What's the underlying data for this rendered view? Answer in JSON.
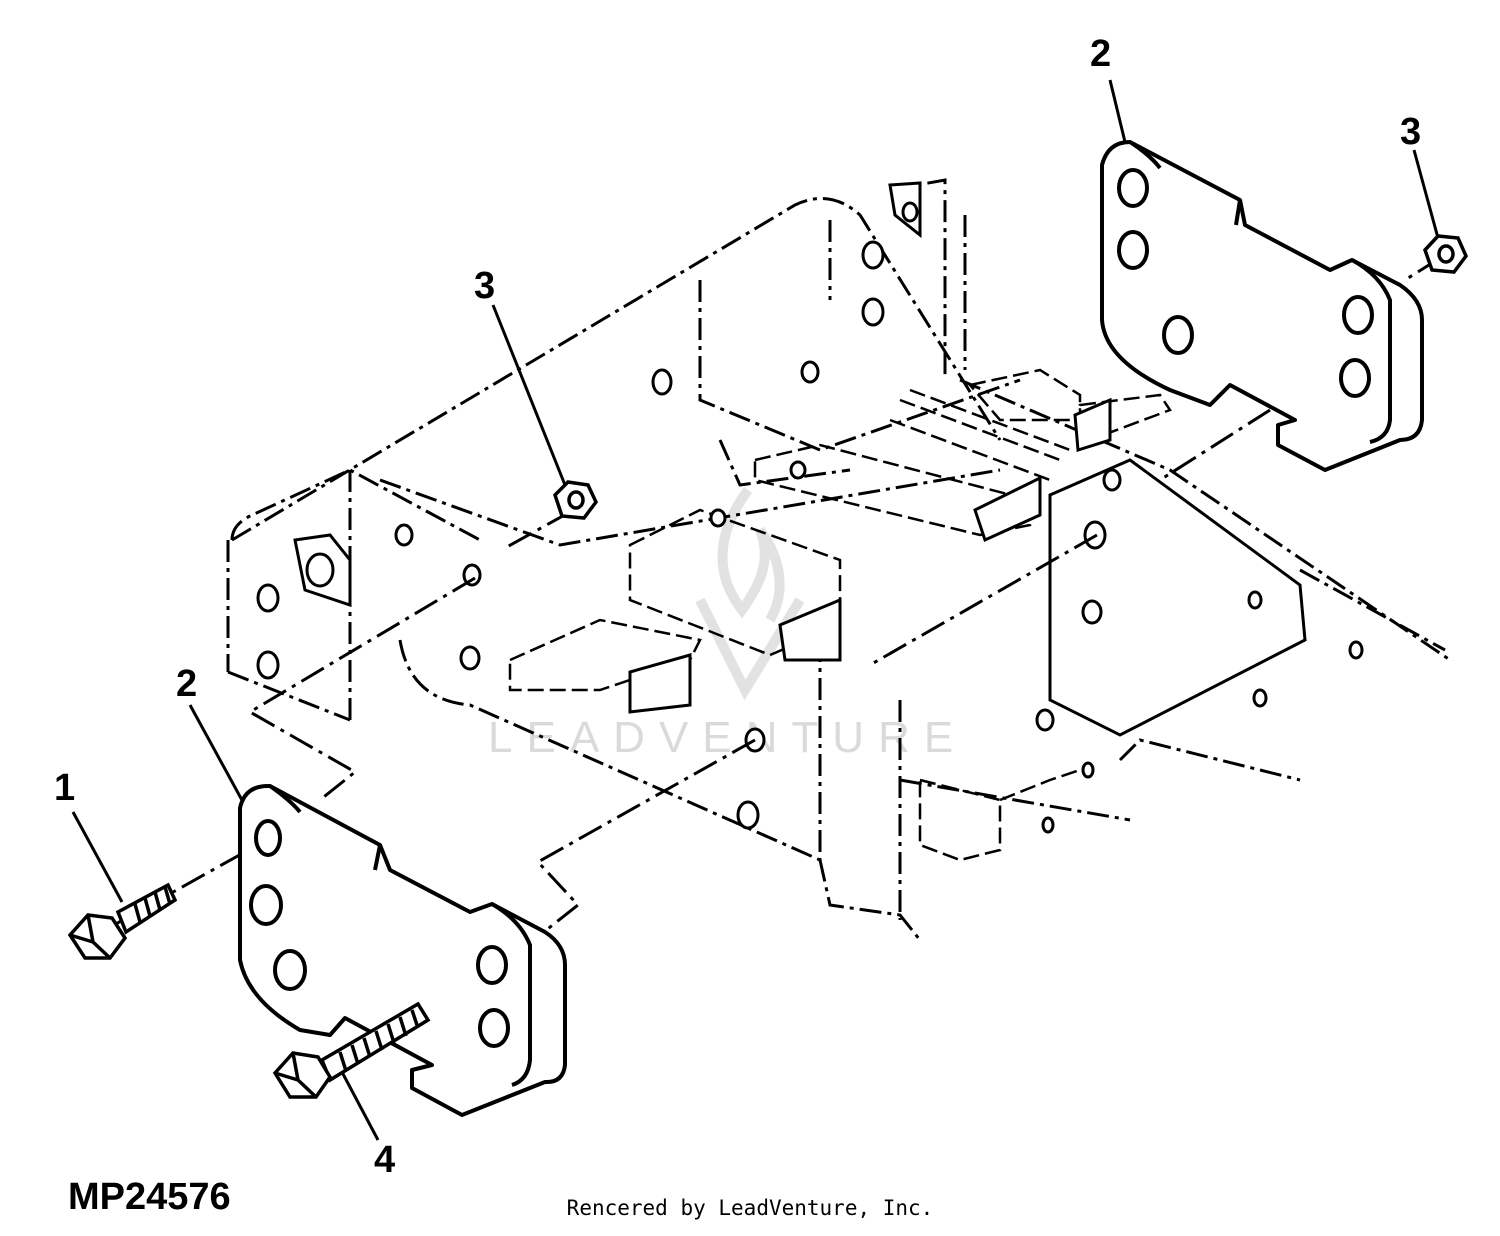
{
  "diagram": {
    "code": "MP24576",
    "credit": "Rencered by LeadVenture, Inc.",
    "watermark": "LEADVENTURE",
    "callouts": {
      "bolt_1": "1",
      "weight_2_left": "2",
      "weight_2_right": "2",
      "nut_3_left": "3",
      "nut_3_right": "3",
      "bolt_4": "4"
    }
  }
}
